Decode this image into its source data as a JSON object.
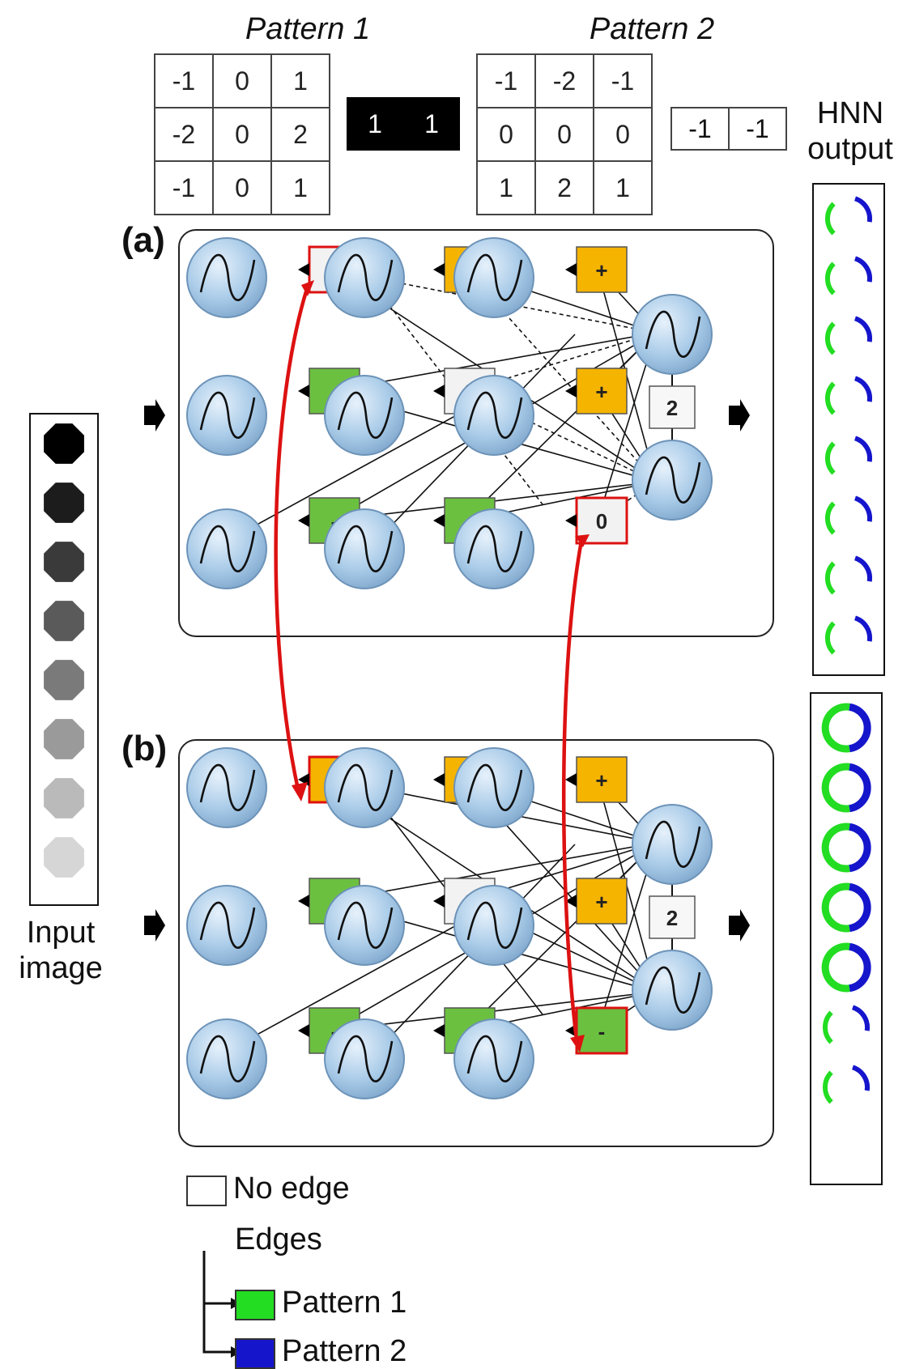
{
  "pattern1": {
    "title": "Pattern 1",
    "kernel": [
      [
        "-1",
        "0",
        "1"
      ],
      [
        "-2",
        "0",
        "2"
      ],
      [
        "-1",
        "0",
        "1"
      ]
    ],
    "vector": [
      "1",
      "1"
    ]
  },
  "pattern2": {
    "title": "Pattern 2",
    "kernel": [
      [
        "-1",
        "-2",
        "-1"
      ],
      [
        "0",
        "0",
        "0"
      ],
      [
        "1",
        "2",
        "1"
      ]
    ],
    "vector": [
      "-1",
      "-1"
    ]
  },
  "hnn_output_label": "HNN output",
  "input_image_label": "Input image",
  "input_gray_levels": [
    "#000000",
    "#1c1c1c",
    "#3a3a3a",
    "#5a5a5a",
    "#7a7a7a",
    "#9a9a9a",
    "#bababa",
    "#d6d6d6"
  ],
  "panel_a": {
    "letter": "(a)",
    "mid_node_label": "2",
    "boxes": [
      {
        "symbol": "0",
        "kind": "none",
        "highlight": true
      },
      {
        "symbol": "+",
        "kind": "pos"
      },
      {
        "symbol": "+",
        "kind": "pos"
      },
      {
        "symbol": "-",
        "kind": "neg"
      },
      {
        "symbol": "0",
        "kind": "none"
      },
      {
        "symbol": "+",
        "kind": "pos"
      },
      {
        "symbol": "-",
        "kind": "neg"
      },
      {
        "symbol": "-",
        "kind": "neg"
      },
      {
        "symbol": "0",
        "kind": "none",
        "highlight": true
      }
    ]
  },
  "panel_b": {
    "letter": "(b)",
    "mid_node_label": "2",
    "boxes": [
      {
        "symbol": "+",
        "kind": "pos",
        "highlight": true
      },
      {
        "symbol": "+",
        "kind": "pos"
      },
      {
        "symbol": "+",
        "kind": "pos"
      },
      {
        "symbol": "-",
        "kind": "neg"
      },
      {
        "symbol": "0",
        "kind": "none"
      },
      {
        "symbol": "+",
        "kind": "pos"
      },
      {
        "symbol": "-",
        "kind": "neg"
      },
      {
        "symbol": "-",
        "kind": "neg"
      },
      {
        "symbol": "-",
        "kind": "neg",
        "highlight": true
      }
    ]
  },
  "legend": {
    "no_edge": "No edge",
    "edges": "Edges",
    "pattern1": "Pattern 1",
    "pattern2": "Pattern 2"
  },
  "colors": {
    "pattern1": "#22dd22",
    "pattern2": "#1515cc",
    "pos_box": "#f5b400",
    "neg_box": "#6cc040",
    "none_box": "#f2f2f2",
    "highlight": "#dd1111",
    "node_fill": "#a9cbe8"
  }
}
